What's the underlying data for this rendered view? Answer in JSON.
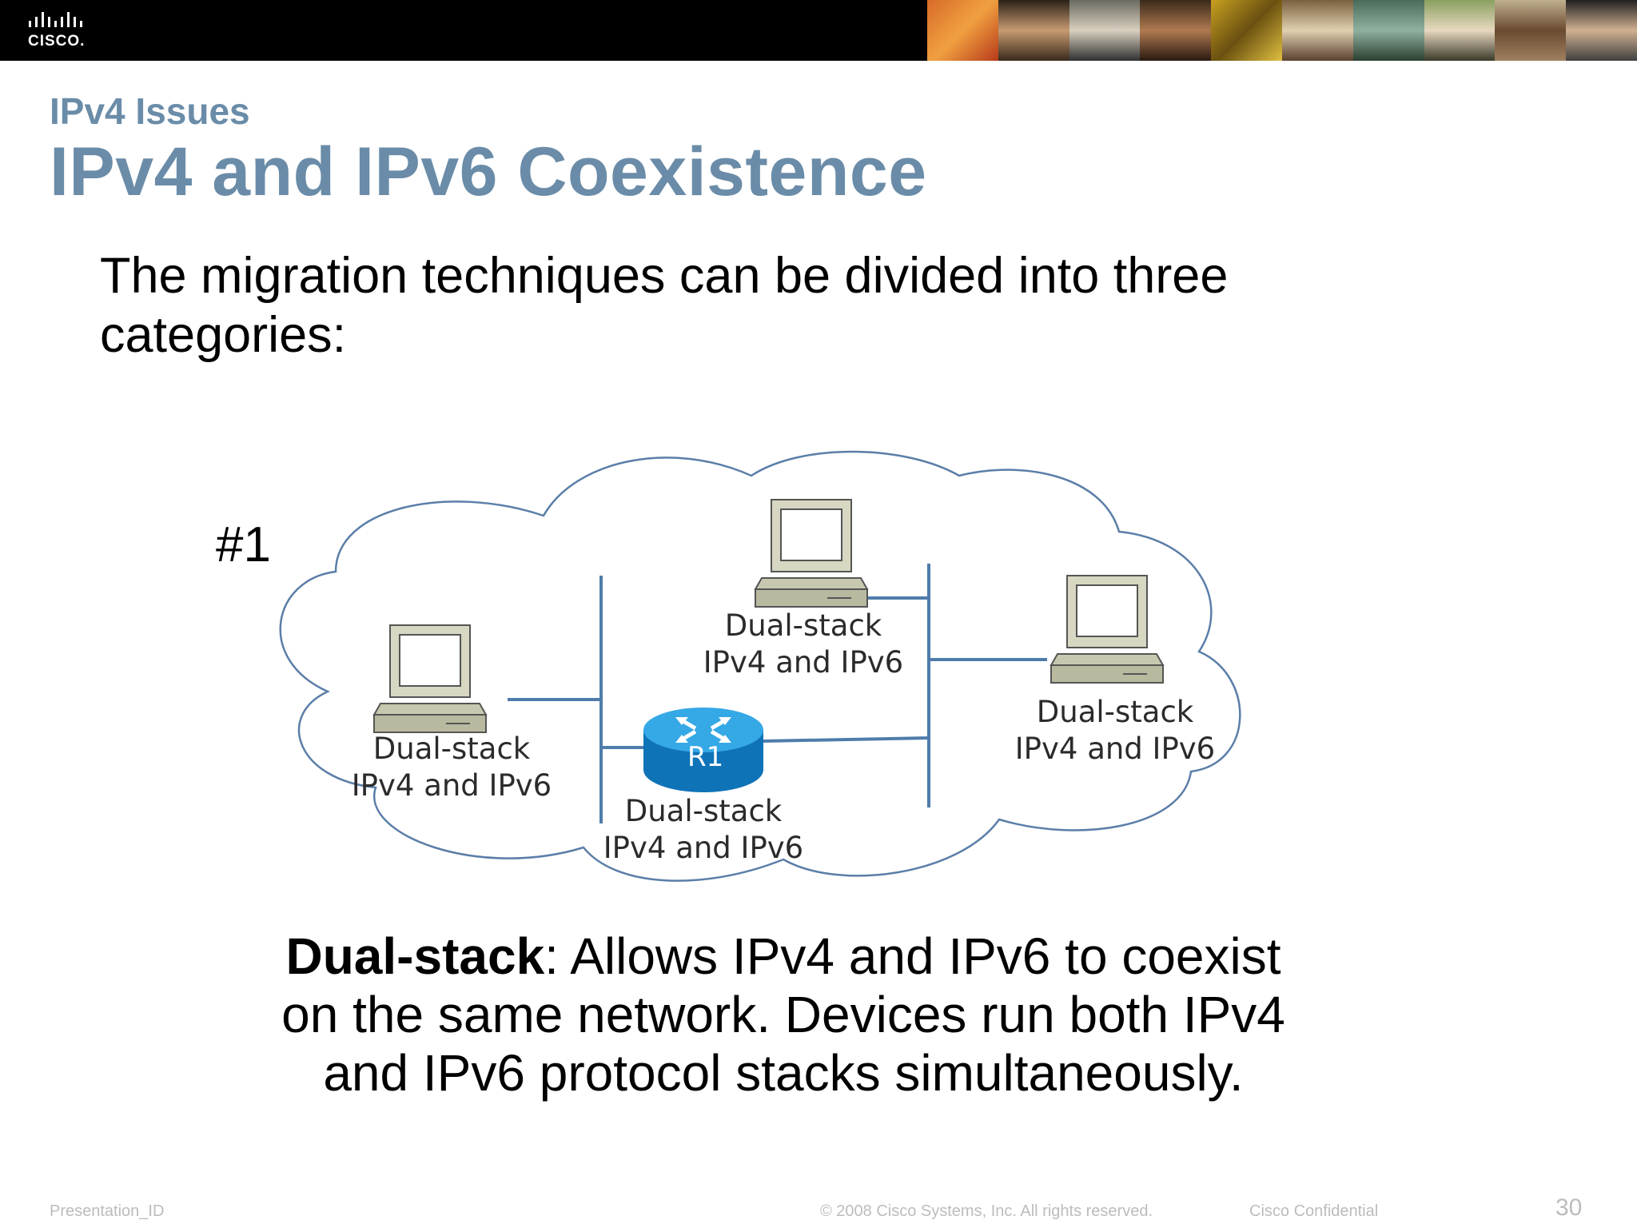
{
  "brand": {
    "logo_text": "CISCO."
  },
  "slide": {
    "kicker": "IPv4 Issues",
    "title": "IPv4 and IPv6 Coexistence",
    "intro": "The migration techniques can be divided into three categories:",
    "number": "#1"
  },
  "diagram": {
    "nodes": [
      {
        "line1": "Dual-stack",
        "line2": "IPv4 and IPv6"
      },
      {
        "line1": "Dual-stack",
        "line2": "IPv4 and IPv6"
      },
      {
        "line1": "Dual-stack",
        "line2": "IPv4 and IPv6"
      },
      {
        "line1": "Dual-stack",
        "line2": "IPv4 and IPv6"
      }
    ],
    "router_label": "R1"
  },
  "description": {
    "term": "Dual-stack",
    "text": ": Allows IPv4 and IPv6 to coexist on the same network. Devices run both IPv4 and IPv6 protocol stacks simultaneously."
  },
  "footer": {
    "presentation_id": "Presentation_ID",
    "copyright": "© 2008 Cisco Systems, Inc. All rights reserved.",
    "confidential": "Cisco Confidential",
    "page_number": "30"
  },
  "colors": {
    "title": "#6a8ca8",
    "footer_text": "#bcbcbc",
    "router": "#1f8fd0",
    "link": "#4f7cab"
  }
}
